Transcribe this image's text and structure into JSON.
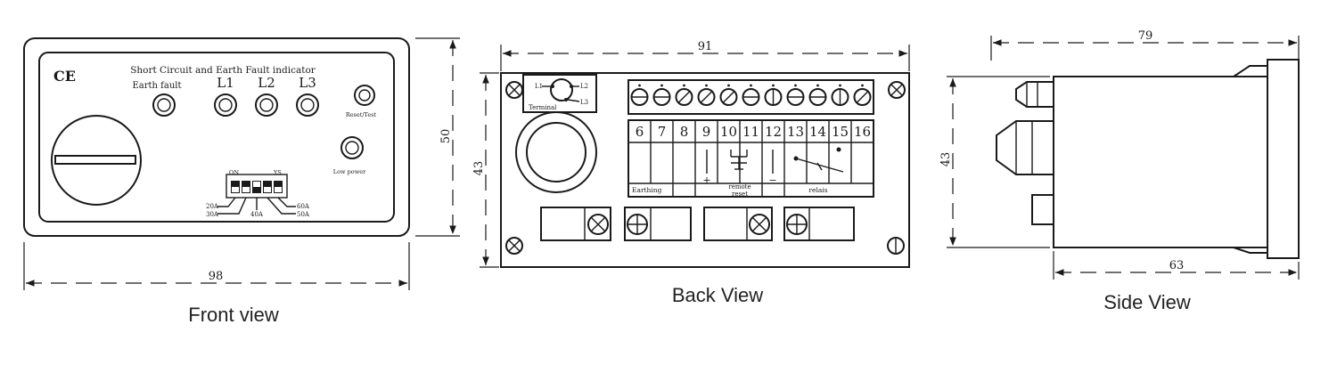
{
  "front": {
    "caption": "Front view",
    "title": "Short Circuit and Earth Fault indicator",
    "ce_mark": "CE",
    "earth_fault": "Earth fault",
    "l1": "L1",
    "l2": "L2",
    "l3": "L3",
    "reset_test": "Reset/Test",
    "low_power": "Low power",
    "dip_on": "ON",
    "dip_ys": "YS",
    "a20": "20A",
    "a30": "30A",
    "a40": "40A",
    "a50": "50A",
    "a60": "60A",
    "width": "98",
    "height": "50"
  },
  "back": {
    "caption": "Back View",
    "width": "91",
    "height": "43",
    "terminal": "Terminal",
    "t_l1": "L1",
    "t_l2": "L2",
    "t_l3": "L3",
    "numbers": [
      "6",
      "7",
      "8",
      "9",
      "10",
      "11",
      "12",
      "13",
      "14",
      "15",
      "16"
    ],
    "earthing": "Earthing",
    "remote_1": "remote",
    "remote_2": "reset",
    "relais": "relais",
    "plus": "+",
    "minus": "−"
  },
  "side": {
    "caption": "Side View",
    "width": "79",
    "height": "43",
    "depth": "63"
  }
}
